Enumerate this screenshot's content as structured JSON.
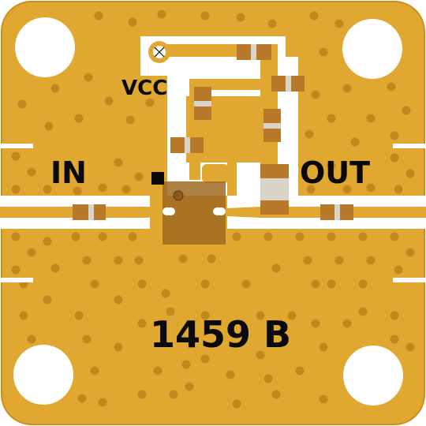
{
  "board": {
    "labels": {
      "input": "IN",
      "output": "OUT",
      "supply": "VCC",
      "part_marking": "1459 B"
    }
  },
  "colors": {
    "copper": "#e0a830",
    "copper_edge": "#c98e1c",
    "via": "#c2881e",
    "substrate": "#ffffff",
    "component_body": "#b87a2a",
    "component_end": "#d9d4c8",
    "chip_body": "#a06a22",
    "silkscreen": "#0a0a0a"
  },
  "icons": {
    "ground_via": "ground-via-icon",
    "pin1_marker": "pin1-marker-icon"
  }
}
